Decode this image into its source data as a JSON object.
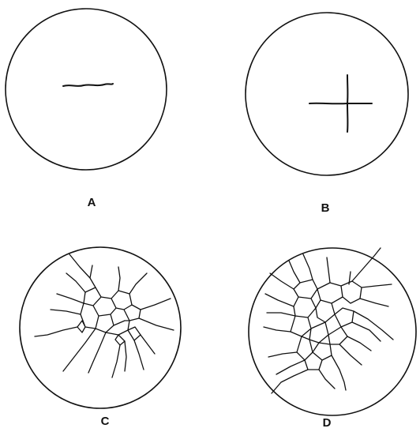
{
  "figure": {
    "panels": [
      {
        "label": "A",
        "pattern": "single-horizontal-crack"
      },
      {
        "label": "B",
        "pattern": "cross-shaped-crack"
      },
      {
        "label": "C",
        "pattern": "radial-polygonal-cracking"
      },
      {
        "label": "D",
        "pattern": "extended-polygonal-cracking"
      }
    ],
    "stroke_color": "#111111",
    "background_color": "#ffffff"
  }
}
